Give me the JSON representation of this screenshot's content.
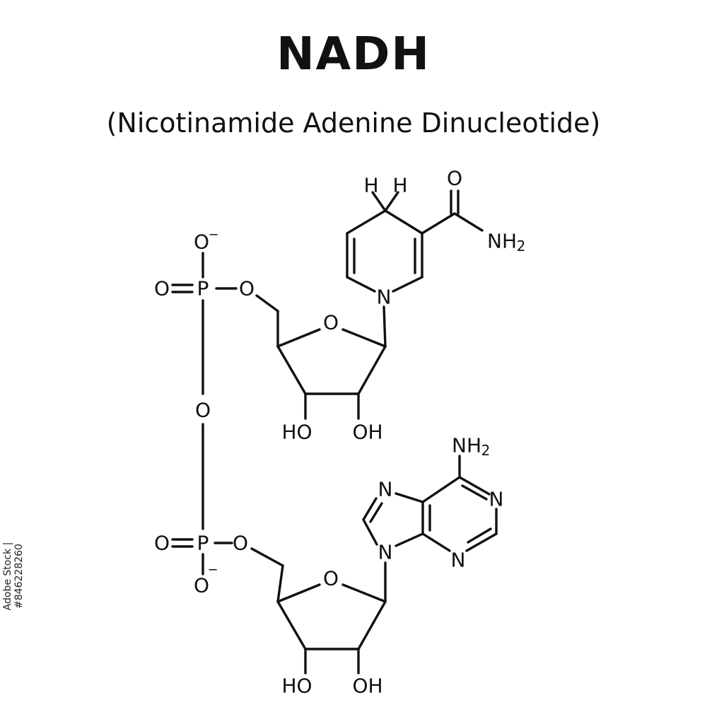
{
  "title": "NADH",
  "subtitle": "(Nicotinamide Adenine Dinucleotide)",
  "stock_id": "Adobe Stock | #846228260",
  "labels": {
    "h_a": "H",
    "h_b": "H",
    "amide_o": "O",
    "amide_n": "NH",
    "amide_n_sub": "2",
    "pyridine_n": "N",
    "p1_o_minus": "O",
    "p1_charge": "−",
    "p1_o_double": "O",
    "p1": "P",
    "p1_o_ester": "O",
    "sugar1_o": "O",
    "sugar1_oh_left": "HO",
    "sugar1_oh_right": "OH",
    "bridge_o": "O",
    "p2_o_double": "O",
    "p2": "P",
    "p2_o_ester": "O",
    "p2_o_minus": "O",
    "p2_charge": "−",
    "adenine_nh": "NH",
    "adenine_nh_sub": "2",
    "adenine_n7": "N",
    "adenine_n1": "N",
    "adenine_n3": "N",
    "adenine_n9": "N",
    "sugar2_o": "O",
    "sugar2_oh_left": "HO",
    "sugar2_oh_right": "OH"
  }
}
